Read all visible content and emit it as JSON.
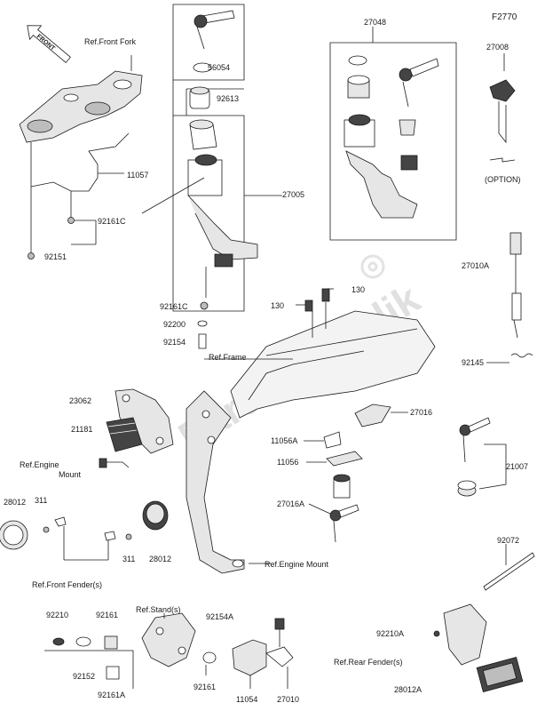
{
  "figure_code": "F2770",
  "watermark": "PartsRepublik",
  "colors": {
    "ink": "#1a1a1a",
    "light_fill": "#e6e6e6",
    "mid_fill": "#bdbdbd",
    "dark_fill": "#444444",
    "watermark": "#c8c8c8"
  },
  "labels": {
    "ref_front_fork": "Ref.Front Fork",
    "p56054": "56054",
    "p92613": "92613",
    "p27005": "27005",
    "p11057": "11057",
    "p92161c_top": "92161C",
    "p92151": "92151",
    "p27048": "27048",
    "p27008": "27008",
    "option": "(OPTION)",
    "p27010a": "27010A",
    "p92145": "92145",
    "p130_left": "130",
    "p130_right": "130",
    "p92161c_mid": "92161C",
    "p92200": "92200",
    "p92154": "92154",
    "ref_frame": "Ref.Frame",
    "p23062": "23062",
    "p21181": "21181",
    "ref_engine_mount_1": "Ref.Engine",
    "ref_engine_mount_2": "Mount",
    "p27016": "27016",
    "p11056a": "11056A",
    "p11056": "11056",
    "p21007": "21007",
    "p27016a": "27016A",
    "p28012_left": "28012",
    "p311_top": "311",
    "p311_bottom": "311",
    "p28012_right": "28012",
    "ref_front_fender": "Ref.Front Fender(s)",
    "ref_engine_mount_long": "Ref.Engine Mount",
    "p92072": "92072",
    "p92210": "92210",
    "p92161": "92161",
    "ref_stand": "Ref.Stand(s)",
    "p92154a": "92154A",
    "p92152": "92152",
    "p92161a": "92161A",
    "p92161_bottom": "92161",
    "p11054": "11054",
    "p27010": "27010",
    "p92210a": "92210A",
    "ref_rear_fender": "Ref.Rear Fender(s)",
    "p28012a": "28012A",
    "front_arrow": "FRONT"
  }
}
